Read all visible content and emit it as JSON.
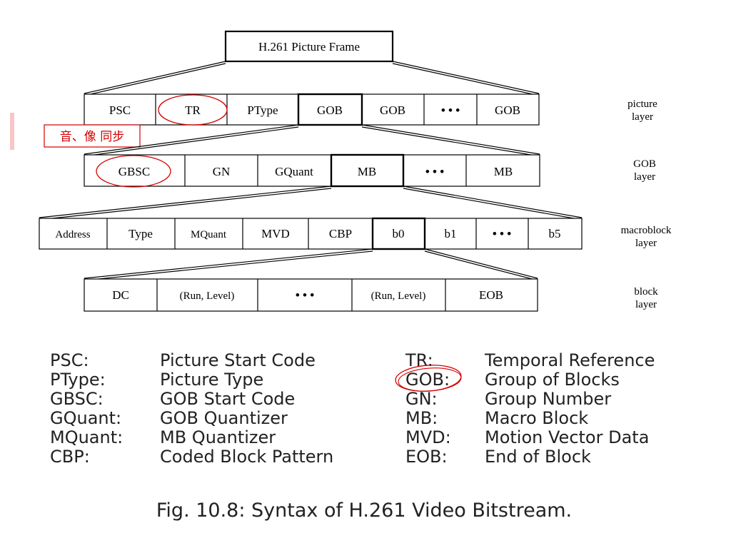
{
  "diagram": {
    "root_label": "H.261 Picture Frame",
    "picture_layer": {
      "cells": [
        "PSC",
        "TR",
        "PType",
        "GOB",
        "GOB",
        "• • •",
        "GOB"
      ],
      "layer_label": [
        "picture",
        "layer"
      ]
    },
    "gob_layer": {
      "cells": [
        "GBSC",
        "GN",
        "GQuant",
        "MB",
        "• • •",
        "MB"
      ],
      "layer_label": [
        "GOB",
        "layer"
      ]
    },
    "macroblock_layer": {
      "cells": [
        "Address",
        "Type",
        "MQuant",
        "MVD",
        "CBP",
        "b0",
        "b1",
        "• • •",
        "b5"
      ],
      "layer_label": [
        "macroblock",
        "layer"
      ]
    },
    "block_layer": {
      "cells": [
        "DC",
        "(Run, Level)",
        "• • •",
        "(Run, Level)",
        "EOB"
      ],
      "layer_label": [
        "block",
        "layer"
      ]
    }
  },
  "annotation": {
    "label": "音、像 同步",
    "color": "#d40000"
  },
  "legend": {
    "left": [
      {
        "term": "PSC:",
        "definition": "Picture Start Code"
      },
      {
        "term": "PType:",
        "definition": "Picture Type"
      },
      {
        "term": "GBSC:",
        "definition": "GOB Start Code"
      },
      {
        "term": "GQuant:",
        "definition": "GOB Quantizer"
      },
      {
        "term": "MQuant:",
        "definition": "MB Quantizer"
      },
      {
        "term": "CBP:",
        "definition": "Coded Block Pattern"
      }
    ],
    "right": [
      {
        "term": "TR:",
        "definition": "Temporal Reference"
      },
      {
        "term": "GOB:",
        "definition": "Group of Blocks"
      },
      {
        "term": "GN:",
        "definition": "Group Number"
      },
      {
        "term": "MB:",
        "definition": "Macro Block"
      },
      {
        "term": "MVD:",
        "definition": "Motion Vector Data"
      },
      {
        "term": "EOB:",
        "definition": "End of Block"
      }
    ]
  },
  "caption": "Fig. 10.8: Syntax of H.261 Video Bitstream."
}
